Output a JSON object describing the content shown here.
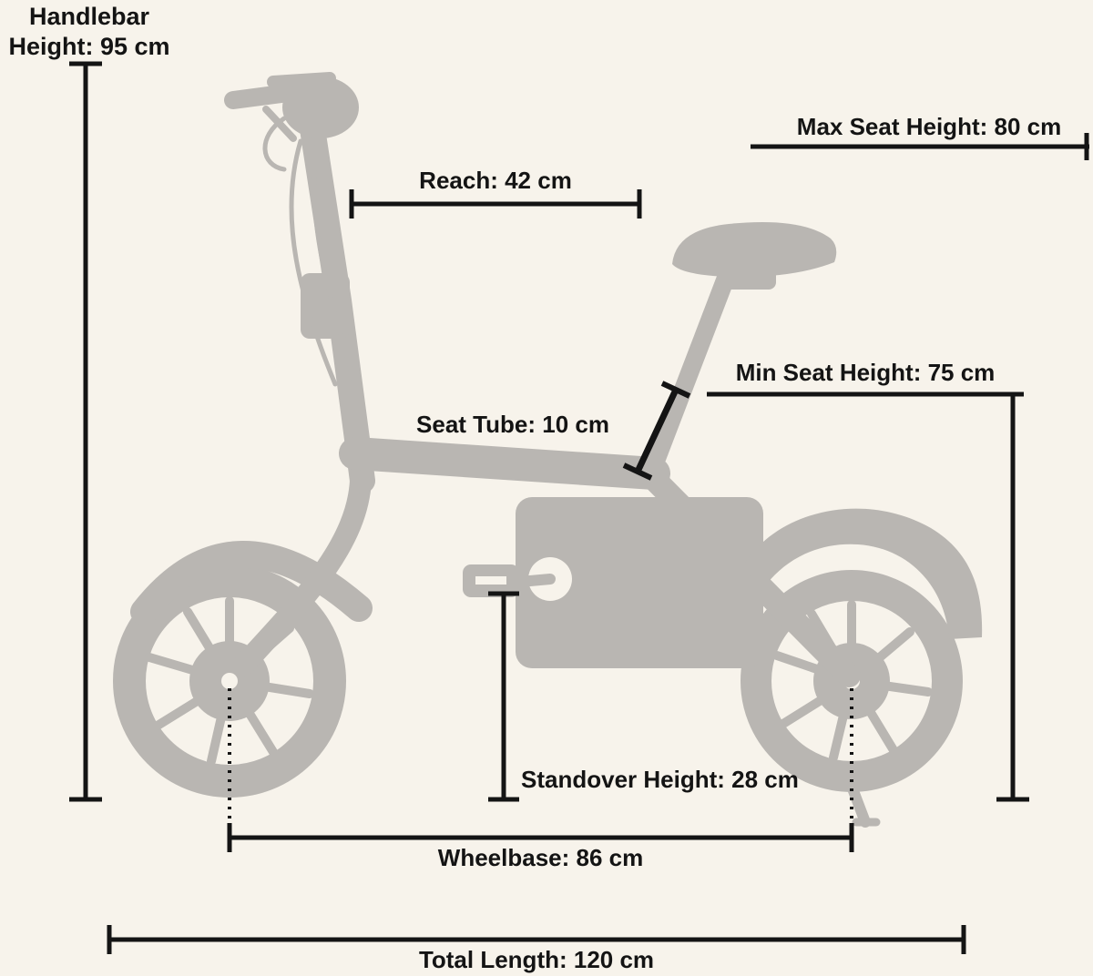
{
  "diagram": {
    "subject": "folding-electric-bike-dimensions",
    "background_color": "#f7f3eb",
    "bike_color": "#b9b6b2",
    "line_color": "#141414",
    "labels": {
      "handlebar_height": {
        "line1": "Handlebar",
        "line2": "Height: 95 cm"
      },
      "max_seat_height": "Max Seat Height: 80 cm",
      "reach": "Reach: 42 cm",
      "min_seat_height": "Min Seat Height: 75 cm",
      "seat_tube": "Seat Tube: 10 cm",
      "standover_height": "Standover Height: 28 cm",
      "wheelbase": "Wheelbase: 86 cm",
      "total_length": "Total Length: 120 cm"
    },
    "measurements": [
      {
        "name": "Handlebar Height",
        "value": 95,
        "unit": "cm"
      },
      {
        "name": "Max Seat Height",
        "value": 80,
        "unit": "cm"
      },
      {
        "name": "Reach",
        "value": 42,
        "unit": "cm"
      },
      {
        "name": "Min Seat Height",
        "value": 75,
        "unit": "cm"
      },
      {
        "name": "Seat Tube",
        "value": 10,
        "unit": "cm"
      },
      {
        "name": "Standover Height",
        "value": 28,
        "unit": "cm"
      },
      {
        "name": "Wheelbase",
        "value": 86,
        "unit": "cm"
      },
      {
        "name": "Total Length",
        "value": 120,
        "unit": "cm"
      }
    ]
  }
}
